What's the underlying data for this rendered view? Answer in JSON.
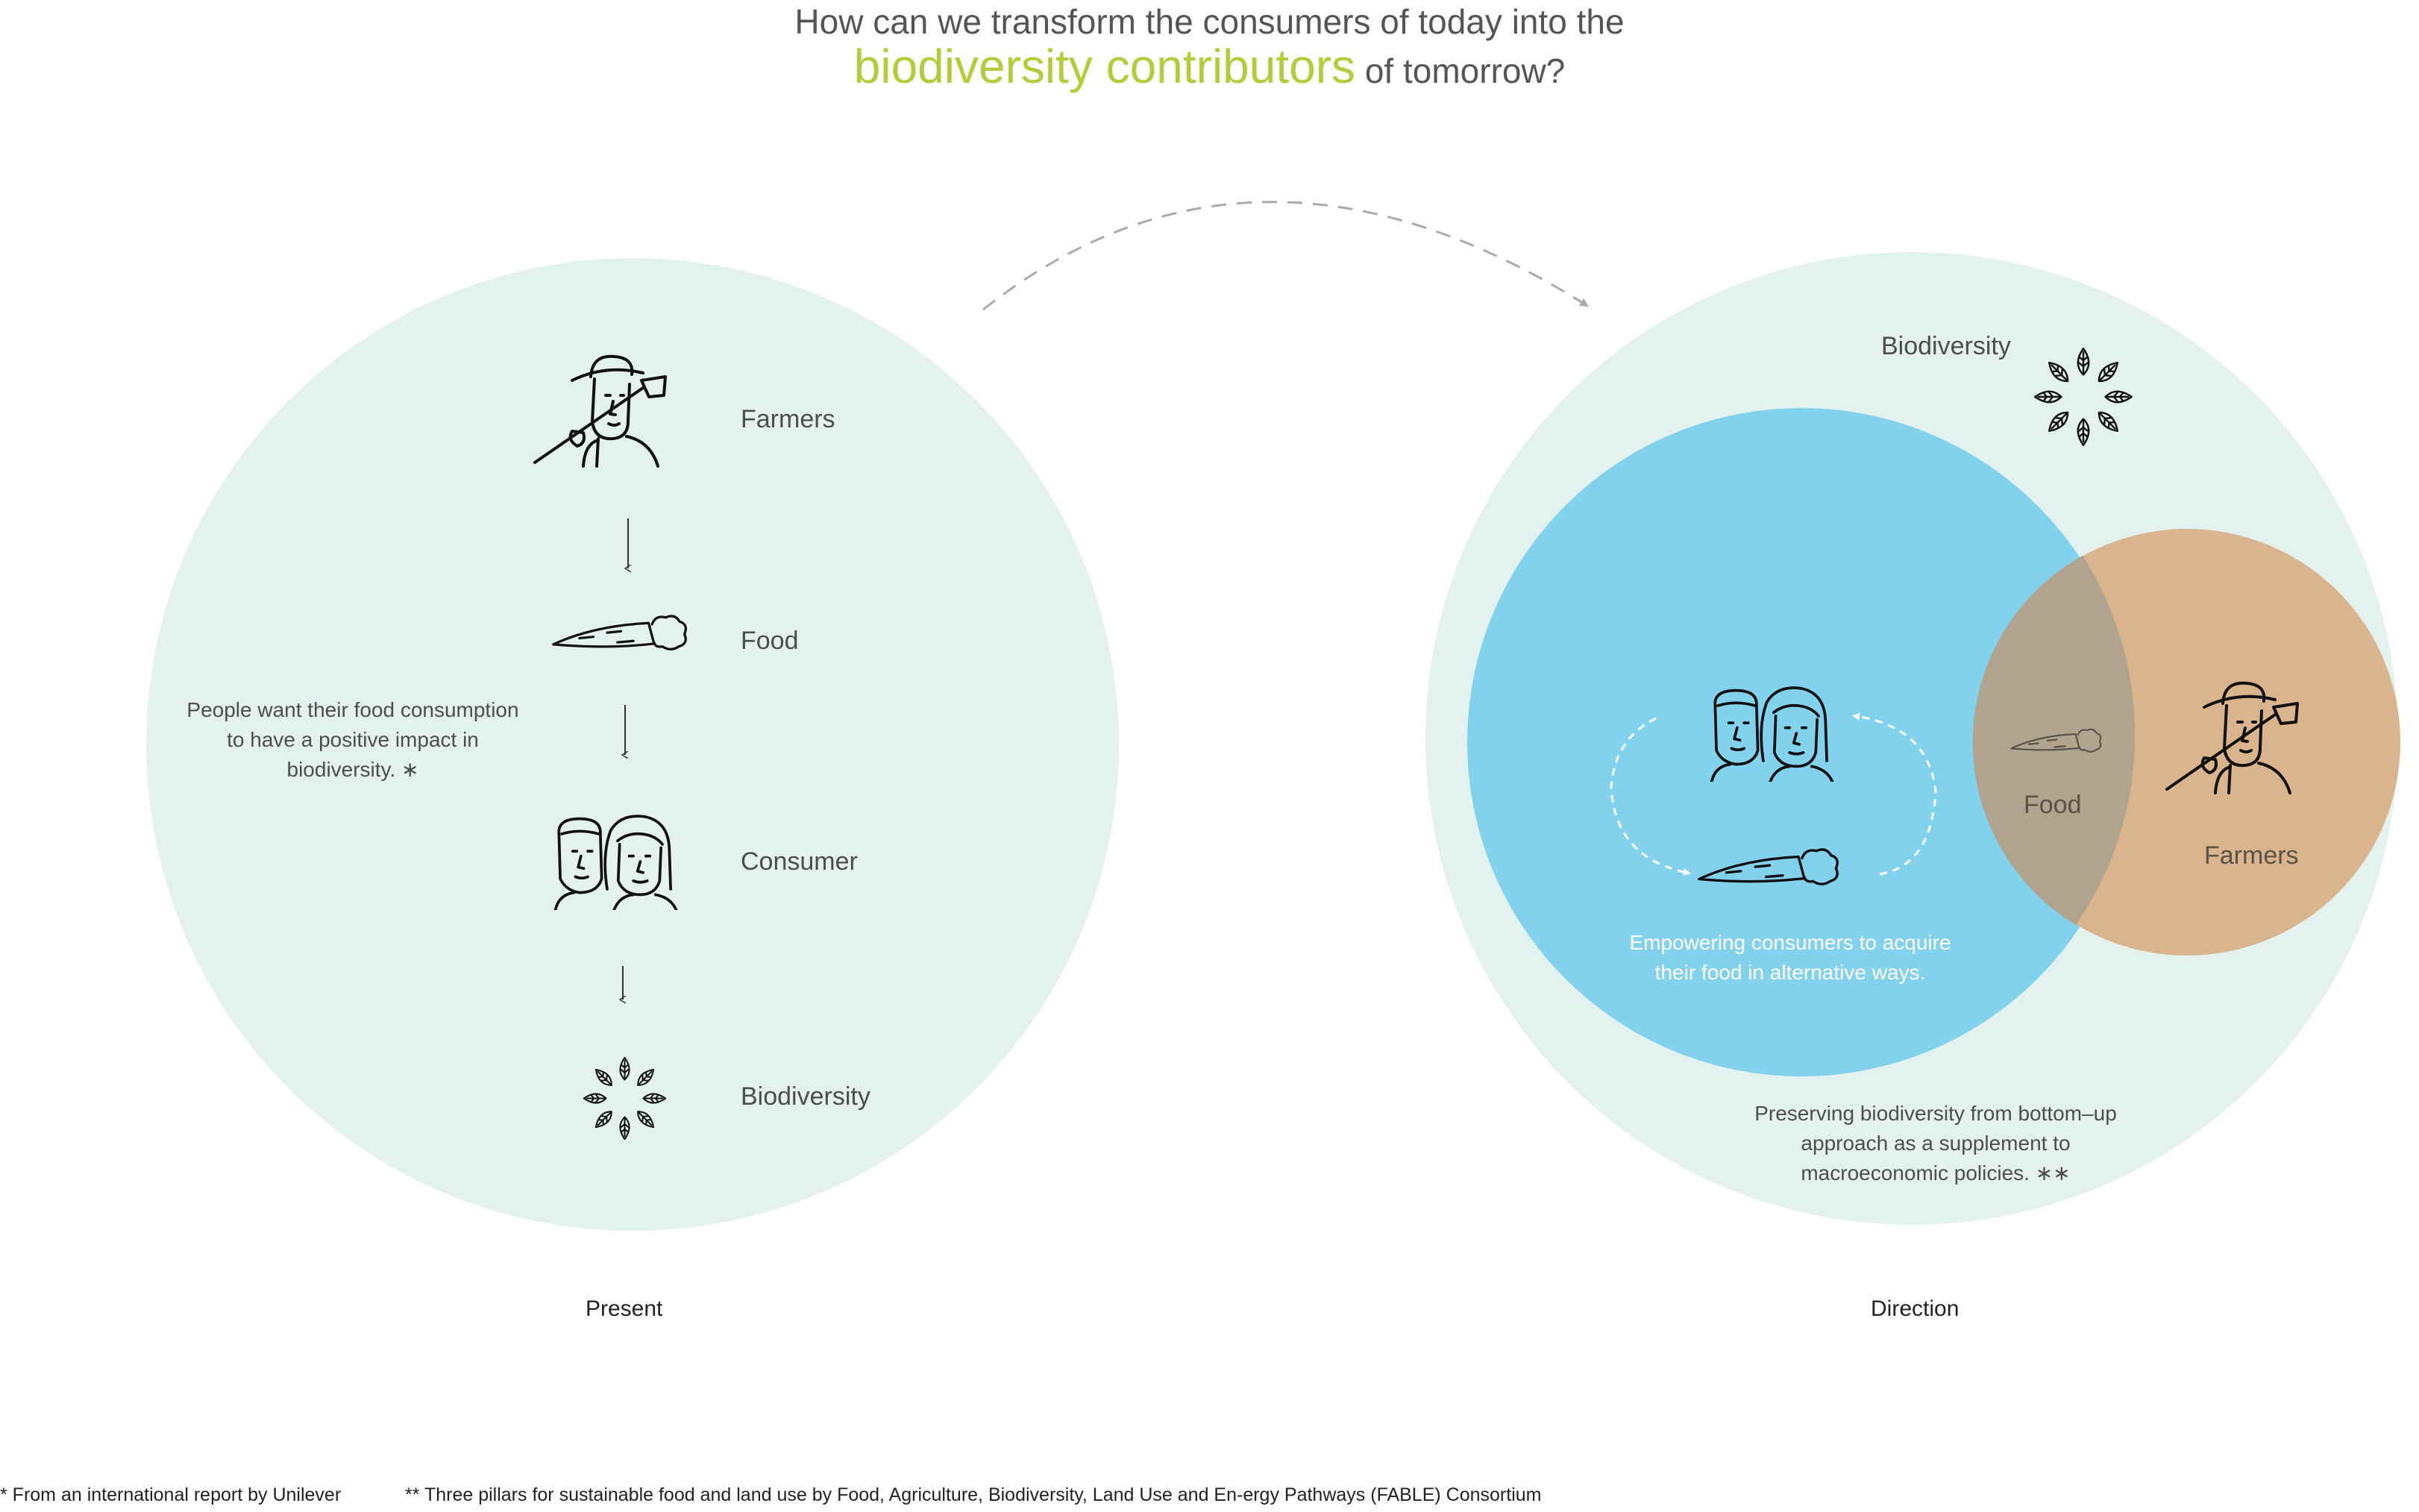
{
  "title": {
    "line1": "How can we transform the consumers of today into the",
    "highlight": "biodiversity contributors",
    "line2_rest": "of tomorrow?"
  },
  "present": {
    "caption": "Present",
    "labels": {
      "farmers": "Farmers",
      "food": "Food",
      "consumer": "Consumer",
      "biodiversity": "Biodiversity"
    },
    "note": [
      "People want their food consumption",
      "to have a positive impact in",
      "biodiversity. ∗"
    ]
  },
  "direction": {
    "caption": "Direction",
    "labels": {
      "biodiversity": "Biodiversity",
      "food": "Food",
      "farmers": "Farmers"
    },
    "empower": [
      "Empowering consumers to acquire",
      "their food in alternative ways."
    ],
    "note": [
      "Preserving biodiversity from bottom–up",
      "approach as a supplement to",
      "macroeconomic policies. ∗∗"
    ]
  },
  "footnotes": {
    "one": "* From an international report by Unilever",
    "two": "** Three pillars for sustainable food and land use by Food, Agriculture, Biodiversity, Land Use and En-ergy Pathways (FABLE) Consortium"
  },
  "colors": {
    "outer_circle": "#e3f2ee",
    "consumer_circle": "#82d2ed",
    "farmer_circle": "#d9b48d",
    "overlap": "#b0a48f",
    "highlight": "#b5cc3a"
  }
}
